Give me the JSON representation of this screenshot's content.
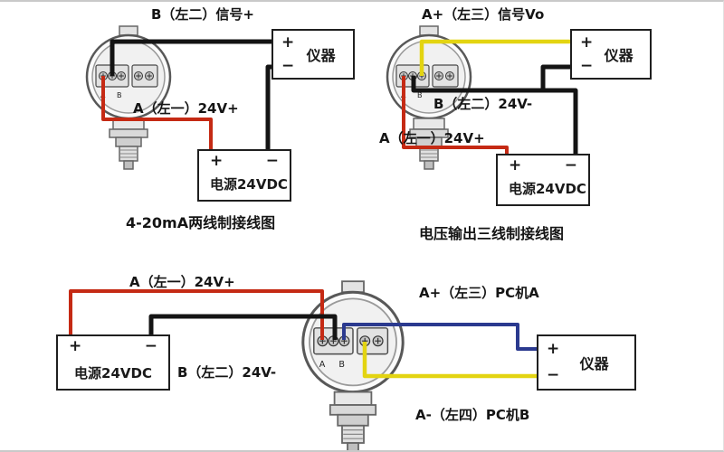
{
  "colors": {
    "wire_red": "#c52a14",
    "wire_black": "#141414",
    "wire_yellow": "#e3d411",
    "wire_blue": "#2b3a8f"
  },
  "transmitter": {
    "terminal_labels": "A B"
  },
  "d1": {
    "top_label": "B（左二）信号+",
    "mid_label": "A（左一）24V+",
    "caption": "4-20mA两线制接线图",
    "instrument": {
      "plus": "+",
      "minus": "−",
      "label": "仪器"
    },
    "power": {
      "plus": "+",
      "minus": "−",
      "label": "电源24VDC"
    }
  },
  "d2": {
    "top_label": "A+（左三）信号Vo",
    "mid_label": "B（左二）24V-",
    "bottom_label": "A（左一）24V+",
    "caption": "电压输出三线制接线图",
    "instrument": {
      "plus": "+",
      "minus": "−",
      "label": "仪器"
    },
    "power": {
      "plus": "+",
      "minus": "−",
      "label": "电源24VDC"
    }
  },
  "d3": {
    "label_supply_plus": "A（左一）24V+",
    "label_pc_a": "A+（左三）PC机A",
    "label_supply_minus": "B（左二）24V-",
    "label_pc_b": "A-（左四）PC机B",
    "instrument": {
      "plus": "+",
      "minus": "−",
      "label": "仪器"
    },
    "power": {
      "plus": "+",
      "minus": "−",
      "label": "电源24VDC"
    }
  }
}
